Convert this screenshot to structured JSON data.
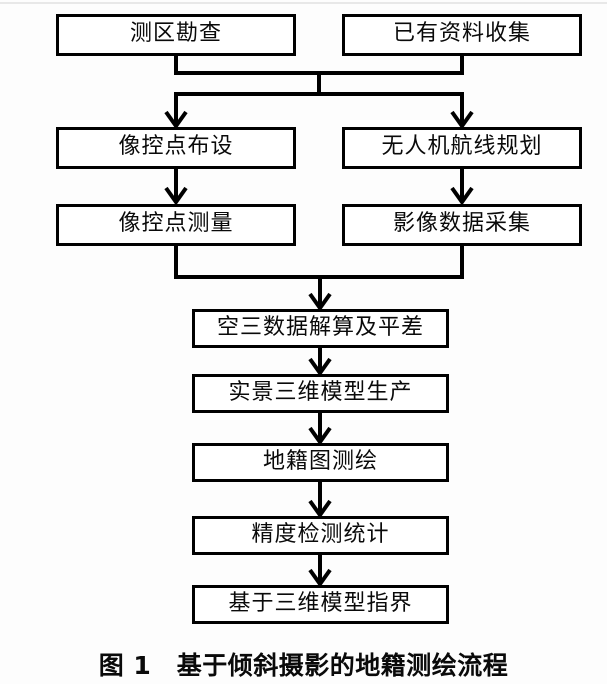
{
  "figure": {
    "caption": "图 1　基于倾斜摄影的地籍测绘流程",
    "caption_number": "图 1",
    "caption_title": "基于倾斜摄影的地籍测绘流程"
  },
  "colors": {
    "stroke": "#000000",
    "box_fill": "#ffffff",
    "text": "#0a0a0a",
    "page_background": "#ffffff"
  },
  "chart_data": {
    "type": "diagram",
    "title": "基于倾斜摄影的地籍测绘流程",
    "nodes": [
      {
        "id": "n1",
        "label": "测区勘查",
        "column": "left",
        "row": 1
      },
      {
        "id": "n2",
        "label": "已有资料收集",
        "column": "right",
        "row": 1
      },
      {
        "id": "n3",
        "label": "像控点布设",
        "column": "left",
        "row": 2
      },
      {
        "id": "n4",
        "label": "无人机航线规划",
        "column": "right",
        "row": 2
      },
      {
        "id": "n5",
        "label": "像控点测量",
        "column": "left",
        "row": 3
      },
      {
        "id": "n6",
        "label": "影像数据采集",
        "column": "right",
        "row": 3
      },
      {
        "id": "n7",
        "label": "空三数据解算及平差",
        "column": "center",
        "row": 4
      },
      {
        "id": "n8",
        "label": "实景三维模型生产",
        "column": "center",
        "row": 5
      },
      {
        "id": "n9",
        "label": "地籍图测绘",
        "column": "center",
        "row": 6
      },
      {
        "id": "n10",
        "label": "精度检测统计",
        "column": "center",
        "row": 7
      },
      {
        "id": "n11",
        "label": "基于三维模型指界",
        "column": "center",
        "row": 8
      }
    ],
    "edges": [
      {
        "from": "n1",
        "to": "n3",
        "style": "merge-split-arrow"
      },
      {
        "from": "n1",
        "to": "n4",
        "style": "merge-split-arrow"
      },
      {
        "from": "n2",
        "to": "n3",
        "style": "merge-split-arrow"
      },
      {
        "from": "n2",
        "to": "n4",
        "style": "merge-split-arrow"
      },
      {
        "from": "n3",
        "to": "n5",
        "style": "arrow"
      },
      {
        "from": "n4",
        "to": "n6",
        "style": "arrow"
      },
      {
        "from": "n5",
        "to": "n7",
        "style": "merge-arrow"
      },
      {
        "from": "n6",
        "to": "n7",
        "style": "merge-arrow"
      },
      {
        "from": "n7",
        "to": "n8",
        "style": "arrow"
      },
      {
        "from": "n8",
        "to": "n9",
        "style": "arrow"
      },
      {
        "from": "n9",
        "to": "n10",
        "style": "arrow"
      },
      {
        "from": "n10",
        "to": "n11",
        "style": "arrow"
      }
    ],
    "arrow_style": "open-chevron",
    "orientation": "top-to-bottom"
  }
}
